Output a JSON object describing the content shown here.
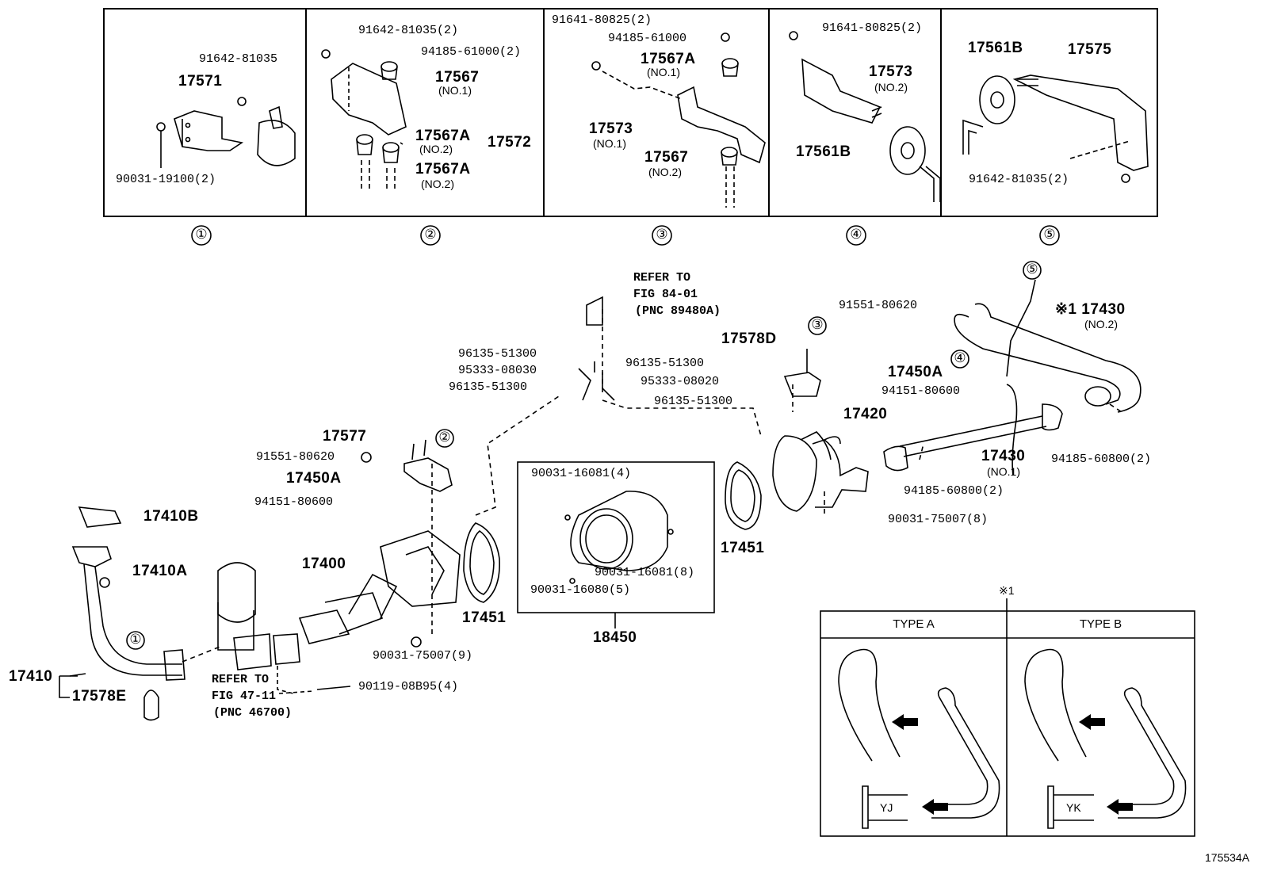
{
  "callouts": [
    "①",
    "②",
    "③",
    "④",
    "⑤"
  ],
  "panel1": {
    "p1": "91642-81035",
    "p2": "17571",
    "p3": "90031-19100(2)"
  },
  "panel2": {
    "p1": "91642-81035(2)",
    "p2": "94185-61000(2)",
    "p3": "17567",
    "p3s": "(NO.1)",
    "p4": "17567A",
    "p4s": "(NO.2)",
    "p5": "17567A",
    "p5s": "(NO.2)",
    "p6": "17572"
  },
  "panel3": {
    "p1": "91641-80825(2)",
    "p2": "94185-61000",
    "p3": "17567A",
    "p3s": "(NO.1)",
    "p4": "17573",
    "p4s": "(NO.1)",
    "p5": "17567",
    "p5s": "(NO.2)"
  },
  "panel4": {
    "p1": "91641-80825(2)",
    "p2": "17573",
    "p2s": "(NO.2)",
    "p3": "17561B"
  },
  "panel5": {
    "p1": "17561B",
    "p2": "17575",
    "p3": "91642-81035(2)"
  },
  "main": {
    "refer1": [
      "REFER TO",
      "FIG 84-01",
      "(PNC 89480A)"
    ],
    "refer2": [
      "REFER TO",
      "FIG 47-11",
      "(PNC 46700)"
    ],
    "l_96135a": "96135-51300",
    "l_95333a": "95333-08030",
    "l_96135b": "96135-51300",
    "l_96135c": "96135-51300",
    "l_95333b": "95333-08020",
    "l_96135d": "96135-51300",
    "l_17577": "17577",
    "l_91551a": "91551-80620",
    "l_17450Aa": "17450A",
    "l_94151a": "94151-80600",
    "l_17410B": "17410B",
    "l_17410A": "17410A",
    "l_17400": "17400",
    "l_17410": "17410",
    "l_17578E": "17578E",
    "l_90119": "90119-08B95(4)",
    "l_90031_9": "90031-75007(9)",
    "l_17451a": "17451",
    "l_90031_16081_4": "90031-16081(4)",
    "l_90031_16081_8": "90031-16081(8)",
    "l_90031_16080_5": "90031-16080(5)",
    "l_18450": "18450",
    "l_17451b": "17451",
    "l_17578D": "17578D",
    "l_91551b": "91551-80620",
    "l_17450Ab": "17450A",
    "l_94151b": "94151-80600",
    "l_17420": "17420",
    "l_90031_8": "90031-75007(8)",
    "l_17430_1": "17430",
    "l_17430_1s": "(NO.1)",
    "l_94185_2a": "94185-60800(2)",
    "l_17430_2": "※1 17430",
    "l_17430_2s": "(NO.2)",
    "l_94185_2b": "94185-60800(2)"
  },
  "types": {
    "mark": "※1",
    "a": "TYPE A",
    "b": "TYPE B",
    "a_code": "YJ",
    "b_code": "YK"
  },
  "footer": "175534A"
}
